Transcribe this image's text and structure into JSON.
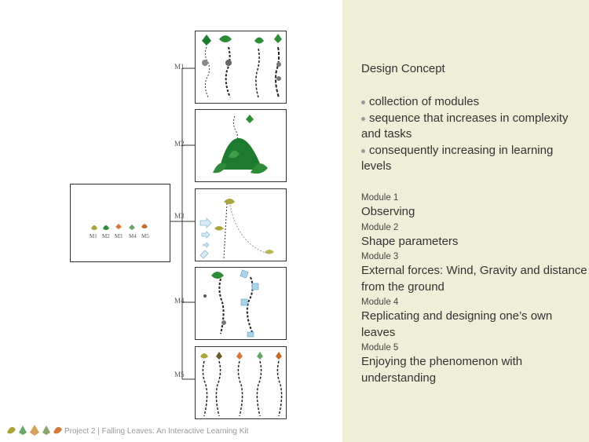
{
  "concept": {
    "title": "Design Concept",
    "bullets": [
      "collection of modules",
      "sequence that increases in complexity and tasks",
      "consequently increasing in learning levels"
    ]
  },
  "modules": [
    {
      "label": "Module 1",
      "desc": "Observing"
    },
    {
      "label": "Module 2",
      "desc": "Shape parameters"
    },
    {
      "label": "Module 3",
      "desc": "External forces: Wind, Gravity and distance from the ground"
    },
    {
      "label": "Module 4",
      "desc": "Replicating and designing one’s own leaves"
    },
    {
      "label": "Module 5",
      "desc": "Enjoying the phenomenon with understanding"
    }
  ],
  "diagram": {
    "branch_labels": [
      "M1",
      "M2",
      "M3",
      "M4",
      "M5"
    ],
    "overview_labels": [
      "M1",
      "M2",
      "M3",
      "M4",
      "M5"
    ]
  },
  "footer": {
    "text": "Project 2  |  Falling Leaves: An Interactive Learning Kit"
  },
  "colors": {
    "panel_bg": "#efeed6",
    "leaf_green": "#2e8b3a",
    "leaf_olive": "#a9a53a",
    "leaf_orange": "#d4783a",
    "wind_blue": "#a8d4ea"
  }
}
